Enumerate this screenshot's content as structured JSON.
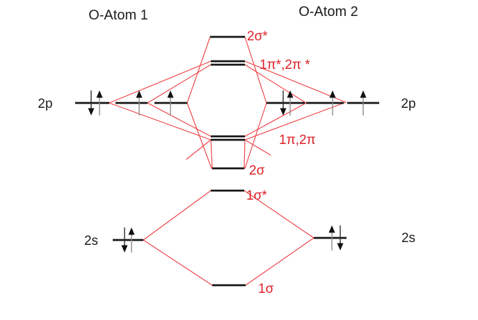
{
  "diagram": {
    "type": "molecular-orbital-energy-level-diagram",
    "atom_left_title": "O-Atom 1",
    "atom_right_title": "O-Atom 2",
    "ao_labels": {
      "left_2p": "2p",
      "right_2p": "2p",
      "left_2s": "2s",
      "right_2s": "2s"
    },
    "mo_labels": {
      "sigma2_star": "2σ*",
      "pi_star": "1π*,2π *",
      "pi": "1π,2π",
      "sigma2": "2σ",
      "sigma1_star": "1σ*",
      "sigma1": "1σ"
    },
    "occupations": {
      "left_2p_levels": [
        "down-up",
        "up",
        "up"
      ],
      "right_2p_levels": [
        "down-up",
        "up",
        "up"
      ],
      "left_2s_level": [
        "down-up"
      ],
      "right_2s_level": [
        "up-down"
      ]
    },
    "colors": {
      "level_line": "#141414",
      "connector_red": "#ef4044",
      "label_red": "#dc1f26",
      "label_black": "#1c1c1c",
      "arrow_stem_gray": "#8c8c8c"
    }
  }
}
